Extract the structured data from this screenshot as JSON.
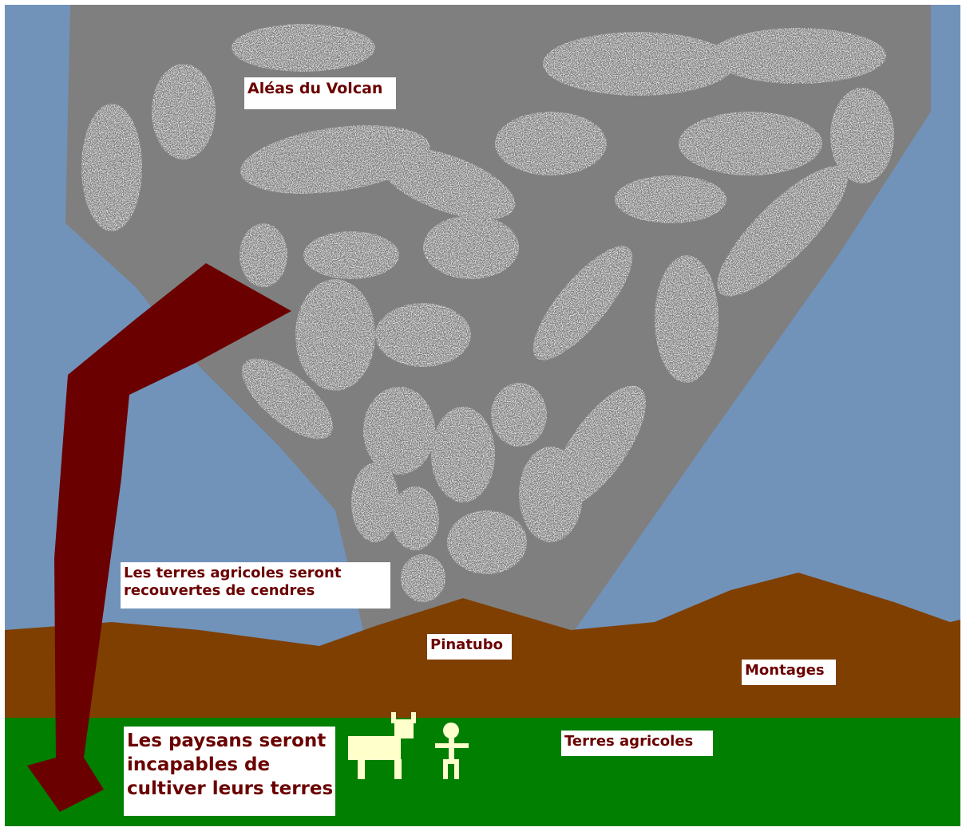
{
  "labels": {
    "title": "Aléas du Volcan",
    "ash": [
      "Les terres agricoles seront",
      "recouvertes de cendres"
    ],
    "volcano": "Pinatubo",
    "mountains": "Montages",
    "farmland": "Terres agricoles",
    "farmers": [
      "Les paysans seront",
      "incapables de",
      "cultiver leurs terres"
    ]
  },
  "colors": {
    "sky": "#7193ba",
    "ash_cloud": "#7f7f7f",
    "ash_speckle": "#d8d8d8",
    "mountains": "#7f3f00",
    "farmland": "#007f00",
    "arrow": "#6b0000",
    "figures": "#ffffcc",
    "label_bg": "#ffffff",
    "label_text": "#6b0000"
  },
  "icons": [
    "cow-icon",
    "farmer-icon"
  ]
}
